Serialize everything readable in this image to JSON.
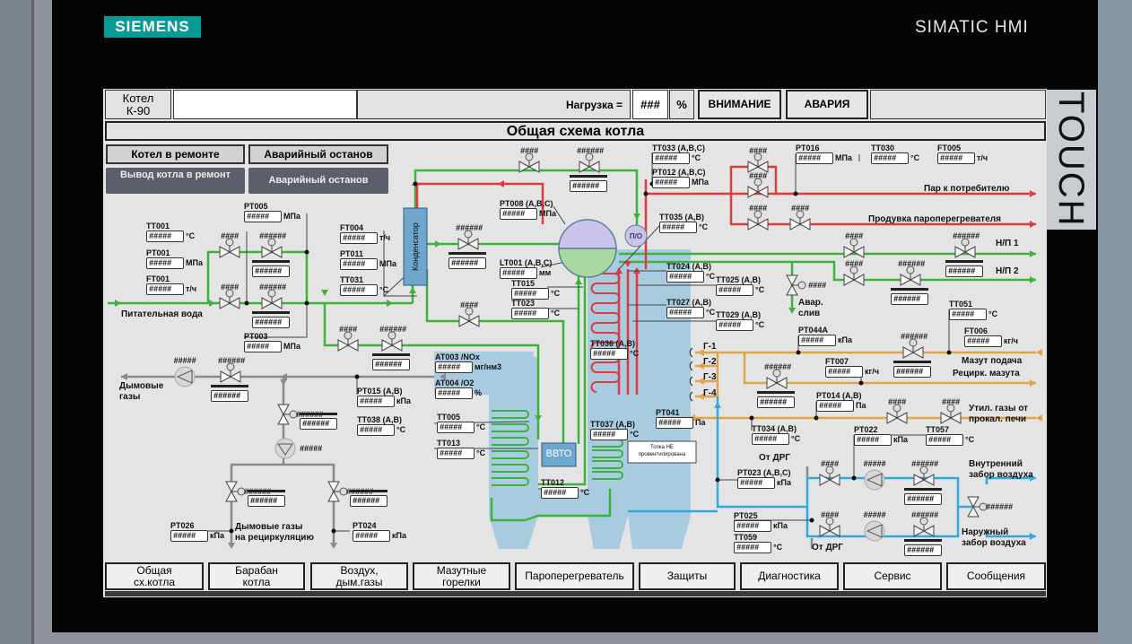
{
  "device": {
    "brand": "SIEMENS",
    "product": "SIMATIC HMI",
    "panel": "TOUCH"
  },
  "header": {
    "boiler": "Котел\nК-90",
    "load_label": "Нагрузка =",
    "load_value": "###",
    "load_unit": "%",
    "warning": "ВНИМАНИЕ",
    "alarm": "АВАРИЯ",
    "title": "Общая схема котла"
  },
  "controls": {
    "repair_status": "Котел в ремонте",
    "emergency_status": "Аварийный останов",
    "repair_button": "Вывод котла в ремонт",
    "emergency_button": "Аварийный останов"
  },
  "nav": [
    "Общая\nсх.котла",
    "Барабан\nкотла",
    "Воздух,\nдым.газы",
    "Мазутные\nгорелки",
    "Пароперегреватель",
    "Защиты",
    "Диагностика",
    "Сервис",
    "Сообщения"
  ],
  "colors": {
    "water": "#3cb43c",
    "steam": "#e03a3a",
    "fuel": "#e0a24a",
    "air": "#35a7e0",
    "flue": "#8a8a8a",
    "boiler": "#a9cbe0",
    "brand": "#0a9a96"
  },
  "tags": [
    {
      "label": "TT001",
      "value": "#####",
      "unit": "°C"
    },
    {
      "label": "PT001",
      "value": "#####",
      "unit": "МПа"
    },
    {
      "label": "FT001",
      "value": "#####",
      "unit": "т/ч"
    },
    {
      "label": "PT005",
      "value": "#####",
      "unit": "МПа"
    },
    {
      "label": "PT003",
      "value": "#####",
      "unit": "МПа"
    },
    {
      "label": "FT004",
      "value": "#####",
      "unit": "т/ч"
    },
    {
      "label": "PT011",
      "value": "#####",
      "unit": "МПа"
    },
    {
      "label": "TT031",
      "value": "#####",
      "unit": "°C"
    },
    {
      "label": "PT008 (A,B,C)",
      "value": "#####",
      "unit": "МПа"
    },
    {
      "label": "LT001 (A,B,C)",
      "value": "#####",
      "unit": "мм"
    },
    {
      "label": "TT015",
      "value": "#####",
      "unit": "°C"
    },
    {
      "label": "TT023",
      "value": "#####",
      "unit": "°C"
    },
    {
      "label": "TT033 (A,B,C)",
      "value": "#####",
      "unit": "°C"
    },
    {
      "label": "PT012 (A,B,C)",
      "value": "#####",
      "unit": "МПа"
    },
    {
      "label": "TT035 (A,B)",
      "value": "#####",
      "unit": "°C"
    },
    {
      "label": "TT024 (A,B)",
      "value": "#####",
      "unit": "°C"
    },
    {
      "label": "TT025 (A,B)",
      "value": "#####",
      "unit": "°C"
    },
    {
      "label": "TT027 (A,B)",
      "value": "#####",
      "unit": "°C"
    },
    {
      "label": "TT029 (A,B)",
      "value": "#####",
      "unit": "°C"
    },
    {
      "label": "PT016",
      "value": "#####",
      "unit": "МПа"
    },
    {
      "label": "TT030",
      "value": "#####",
      "unit": "°C"
    },
    {
      "label": "FT005",
      "value": "#####",
      "unit": "т/ч"
    },
    {
      "label": "TT051",
      "value": "#####",
      "unit": "°C"
    },
    {
      "label": "FT006",
      "value": "#####",
      "unit": "кг/ч"
    },
    {
      "label": "PT044A",
      "value": "#####",
      "unit": "кПа"
    },
    {
      "label": "FT007",
      "value": "#####",
      "unit": "кг/ч"
    },
    {
      "label": "PT014 (A,B)",
      "value": "#####",
      "unit": "Па"
    },
    {
      "label": "PT041",
      "value": "#####",
      "unit": "Па"
    },
    {
      "label": "TT036 (A,B)",
      "value": "#####",
      "unit": "°C"
    },
    {
      "label": "TT037 (A,B)",
      "value": "#####",
      "unit": "°C"
    },
    {
      "label": "TT034 (A,B)",
      "value": "#####",
      "unit": "°C"
    },
    {
      "label": "PT022",
      "value": "#####",
      "unit": "кПа"
    },
    {
      "label": "TT057",
      "value": "#####",
      "unit": "°C"
    },
    {
      "label": "PT023 (A,B,C)",
      "value": "#####",
      "unit": "кПа"
    },
    {
      "label": "PT025",
      "value": "#####",
      "unit": "кПа"
    },
    {
      "label": "TT059",
      "value": "#####",
      "unit": "°C"
    },
    {
      "label": "AT003 /NOx",
      "value": "#####",
      "unit": "мг/нм3"
    },
    {
      "label": "AT004 /O2",
      "value": "#####",
      "unit": "%"
    },
    {
      "label": "PT015 (A,B)",
      "value": "#####",
      "unit": "кПа"
    },
    {
      "label": "TT038 (A,B)",
      "value": "#####",
      "unit": "°C"
    },
    {
      "label": "TT005",
      "value": "#####",
      "unit": "°C"
    },
    {
      "label": "TT013",
      "value": "#####",
      "unit": "°C"
    },
    {
      "label": "TT012",
      "value": "#####",
      "unit": "°C"
    },
    {
      "label": "PT026",
      "value": "#####",
      "unit": "кПа"
    },
    {
      "label": "PT024",
      "value": "#####",
      "unit": "кПа"
    }
  ],
  "lines": [
    "Питательная вода",
    "Дымовые\nгазы",
    "Дымовые газы\nна рециркуляцию",
    "Пар к потребителю",
    "Продувка пароперегревателя",
    "Н/П 1",
    "Н/П 2",
    "Авар.\nслив",
    "Мазут подача",
    "Рецирк. мазута",
    "Утил. газы от\nпрокал. печи",
    "Внутренний\nзабор воздуха",
    "Наружный\nзабор воздуха",
    "От ДРГ",
    "От ДРГ",
    "Г-1",
    "Г-2",
    "Г-3",
    "Г-4"
  ],
  "equipment": {
    "condenser": "Конденсатор",
    "vvto": "ВВТО",
    "po": "П/О",
    "furnace_msg": "Топка НЕ провентилирована"
  },
  "valves": [
    {
      "tag": "####"
    },
    {
      "tag": "######",
      "setpoint": "######"
    },
    {
      "tag": "####"
    },
    {
      "tag": "######",
      "setpoint": "######"
    },
    {
      "tag": "####"
    },
    {
      "tag": "######",
      "setpoint": "######"
    },
    {
      "tag": "####"
    },
    {
      "tag": "######",
      "setpoint": "######"
    },
    {
      "tag": "######",
      "setpoint": "######"
    },
    {
      "tag": "####"
    },
    {
      "tag": "####"
    },
    {
      "tag": "####"
    },
    {
      "tag": "####"
    },
    {
      "tag": "####"
    },
    {
      "tag": "####"
    },
    {
      "tag": "######",
      "setpoint": "######"
    },
    {
      "tag": "####"
    },
    {
      "tag": "######",
      "setpoint": "######"
    },
    {
      "tag": "####"
    },
    {
      "tag": "######",
      "setpoint": "######"
    },
    {
      "tag": "######",
      "setpoint": "######"
    },
    {
      "tag": "######",
      "setpoint": "######"
    },
    {
      "tag": "######",
      "setpoint": "######"
    },
    {
      "tag": "######",
      "setpoint": "######"
    },
    {
      "tag": "######",
      "setpoint": "######"
    },
    {
      "tag": "####"
    },
    {
      "tag": "####"
    },
    {
      "tag": "####"
    },
    {
      "tag": "######",
      "setpoint": "######"
    },
    {
      "tag": "####"
    },
    {
      "tag": "######",
      "setpoint": "######"
    },
    {
      "tag": "######"
    }
  ],
  "pumps": [
    {
      "tag": "#####"
    },
    {
      "tag": "#####"
    },
    {
      "tag": "#####"
    },
    {
      "tag": "#####"
    }
  ]
}
